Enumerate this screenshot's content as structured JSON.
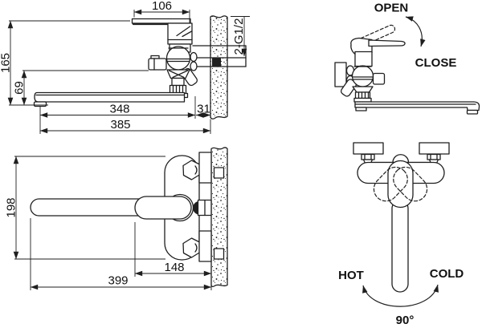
{
  "side_view": {
    "dim_handle_length": "106",
    "dim_height_total": "165",
    "dim_height_spout": "69",
    "dim_reach_spout": "348",
    "dim_wall_clearance": "31",
    "dim_reach_total": "385",
    "thread_spec": "2-G1/2"
  },
  "operation_view": {
    "open_label": "OPEN",
    "close_label": "CLOSE"
  },
  "top_view": {
    "dim_depth_total": "198",
    "dim_handle_to_wall": "148",
    "dim_length_total": "399"
  },
  "rotation_view": {
    "hot_label": "HOT",
    "cold_label": "COLD",
    "angle_label": "90°"
  },
  "colors": {
    "line": "#1f1f1f",
    "background": "#ffffff"
  }
}
